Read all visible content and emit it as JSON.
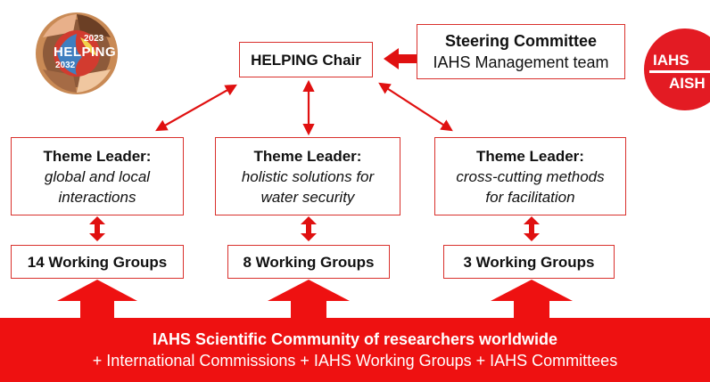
{
  "chair": {
    "label": "HELPING Chair"
  },
  "steering": {
    "title": "Steering Committee",
    "subtitle": "IAHS Management team"
  },
  "themes": [
    {
      "heading": "Theme Leader:",
      "line1": "global and local",
      "line2": "interactions",
      "groups": "14 Working Groups"
    },
    {
      "heading": "Theme Leader:",
      "line1": "holistic solutions for",
      "line2": "water security",
      "groups": "8 Working Groups"
    },
    {
      "heading": "Theme Leader:",
      "line1": "cross-cutting methods",
      "line2": "for facilitation",
      "groups": "3 Working Groups"
    }
  ],
  "community": {
    "title": "IAHS Scientific Community of researchers worldwide",
    "subtitle": "+ International Commissions + IAHS Working Groups + IAHS Committees"
  },
  "logo_helping": {
    "text": "HELPING",
    "year_top": "2023",
    "year_bottom": "2032"
  },
  "logo_iahs": {
    "line1": "IAHS",
    "line2": "AISH"
  },
  "colors": {
    "accent": "#ee1111",
    "border": "#d9302c"
  }
}
